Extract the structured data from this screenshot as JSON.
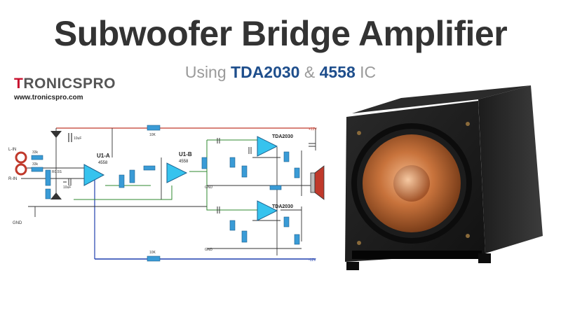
{
  "title": "Subwoofer Bridge Amplifier",
  "subtitle": {
    "prefix": "Using ",
    "ic1": "TDA2030",
    "amp": " & ",
    "ic2": "4558",
    "suffix": " IC"
  },
  "logo": {
    "name_t": "T",
    "name_r": "R",
    "name_rest": "ONICSPRO",
    "url": "www.tronicspro.com"
  },
  "circuit": {
    "u1a": "U1-A",
    "u1a_part": "4558",
    "u1b": "U1-B",
    "u1b_part": "4558",
    "tda_top": "TDA2030",
    "tda_bottom": "TDA2030",
    "l_in": "L-IN",
    "r_in": "R-IN",
    "gnd": "GND",
    "vplus": "+12V",
    "vminus": "-12V",
    "gnd_top": "GND",
    "gnd_bottom": "GND",
    "r_top": "10K",
    "r_bottom": "10K",
    "r_in1": "33k",
    "r_in2": "33k",
    "pot": "R0.5S",
    "cap_top": "10uF",
    "cap_in": "10uF"
  },
  "colors": {
    "title": "#333333",
    "accent": "#1e4e8c",
    "logo_red": "#c8102e",
    "wire_green": "#2f8a2f",
    "wire_red": "#c0392b",
    "wire_blue": "#1f3fae",
    "component": "#3a9bd6"
  }
}
